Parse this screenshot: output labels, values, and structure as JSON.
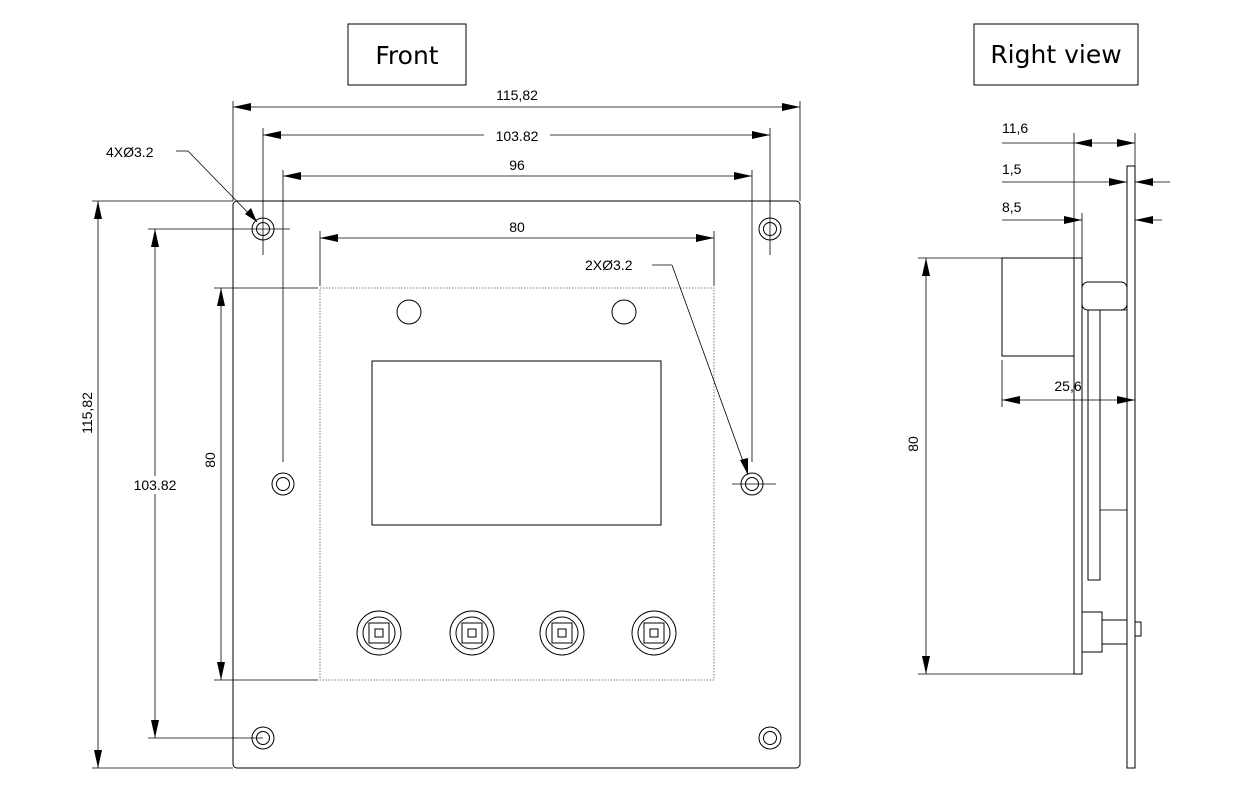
{
  "views": {
    "front_title": "Front",
    "right_title": "Right view"
  },
  "front_dimensions": {
    "overall_width": "115,82",
    "hole_spacing_width": "103.82",
    "side_hole_spacing": "96",
    "window_width": "80",
    "overall_height": "115,82",
    "hole_spacing_height": "103.82",
    "window_height": "80",
    "corner_holes_note": "4XØ3.2",
    "side_holes_note": "2XØ3.2"
  },
  "right_dimensions": {
    "total_depth": "11,6",
    "plate_thickness": "1,5",
    "back_offset": "8,5",
    "component_depth": "25,6",
    "height": "80"
  }
}
